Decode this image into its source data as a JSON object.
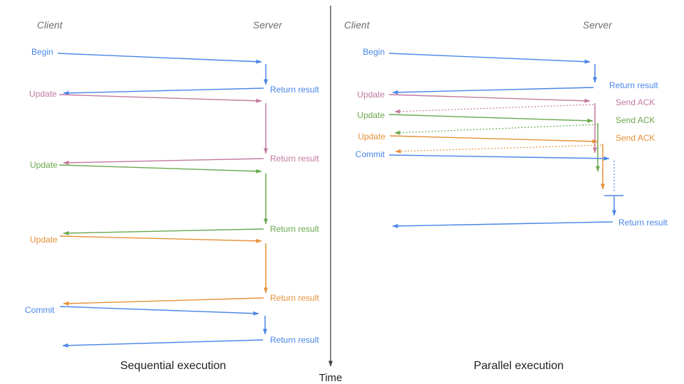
{
  "colors": {
    "blue": "#4a86e8",
    "pink": "#c27ba0",
    "green": "#6aa84f",
    "orange": "#e69138",
    "header": "#6b6b6b",
    "title": "#212121",
    "axis": "#424242"
  },
  "left": {
    "client_header": "Client",
    "server_header": "Server",
    "title": "Sequential execution",
    "messages": [
      {
        "label": "Begin",
        "response": "Return result"
      },
      {
        "label": "Update",
        "response": "Return result"
      },
      {
        "label": "Update",
        "response": "Return result"
      },
      {
        "label": "Update",
        "response": "Return result"
      },
      {
        "label": "Commit",
        "response": "Return result"
      }
    ]
  },
  "right": {
    "client_header": "Client",
    "server_header": "Server",
    "title": "Parallel execution",
    "messages": [
      {
        "label": "Begin",
        "response": "Return result"
      },
      {
        "label": "Update",
        "response": "Send ACK"
      },
      {
        "label": "Update",
        "response": "Send ACK"
      },
      {
        "label": "Update",
        "response": "Send ACK"
      },
      {
        "label": "Commit",
        "response": "Return result"
      }
    ]
  },
  "time_axis": {
    "label": "Time"
  }
}
